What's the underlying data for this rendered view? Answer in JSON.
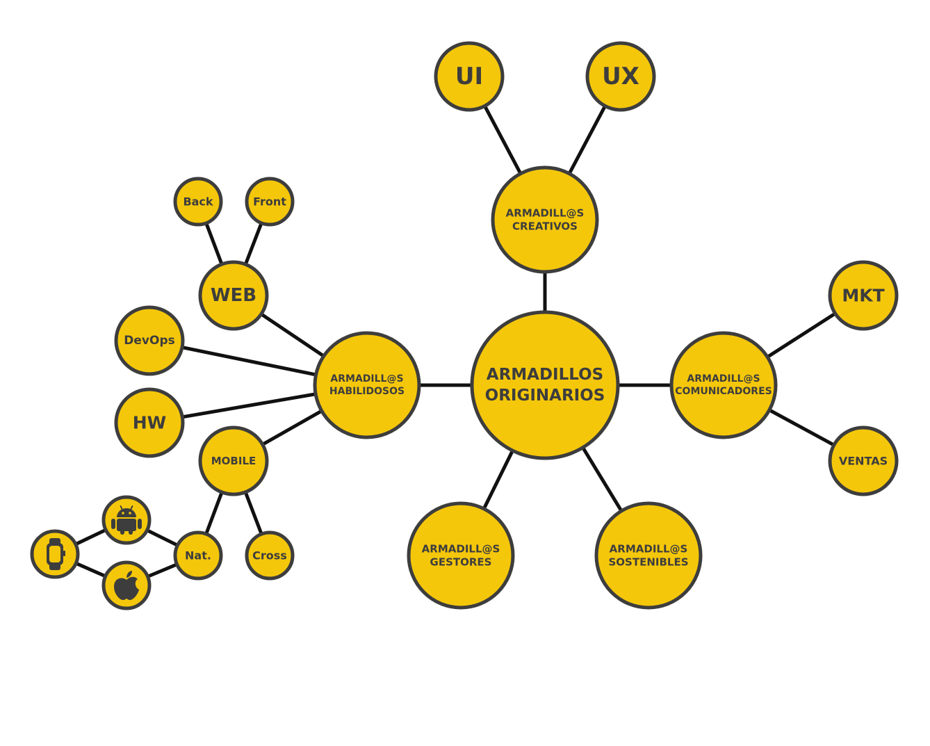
{
  "colors": {
    "node_fill": "#F5C70A",
    "node_stroke": "#3D3D3D",
    "edge": "#111111",
    "text": "#3D3D3D"
  },
  "nodes": {
    "root": {
      "lines": [
        "ARMADILLOS",
        "ORIGINARIOS"
      ]
    },
    "creativos": {
      "lines": [
        "ARMADILL@S",
        "CREATIVOS"
      ]
    },
    "ui": {
      "lines": [
        "UI"
      ]
    },
    "ux": {
      "lines": [
        "UX"
      ]
    },
    "comunicadores": {
      "lines": [
        "ARMADILL@S",
        "COMUNICADORES"
      ]
    },
    "mkt": {
      "lines": [
        "MKT"
      ]
    },
    "ventas": {
      "lines": [
        "VENTAS"
      ]
    },
    "gestores": {
      "lines": [
        "ARMADILL@S",
        "GESTORES"
      ]
    },
    "sostenibles": {
      "lines": [
        "ARMADILL@S",
        "SOSTENIBLES"
      ]
    },
    "habilidosos": {
      "lines": [
        "ARMADILL@S",
        "HABILIDOSOS"
      ]
    },
    "web": {
      "lines": [
        "WEB"
      ]
    },
    "back": {
      "lines": [
        "Back"
      ]
    },
    "front": {
      "lines": [
        "Front"
      ]
    },
    "devops": {
      "lines": [
        "DevOps"
      ]
    },
    "hw": {
      "lines": [
        "HW"
      ]
    },
    "mobile": {
      "lines": [
        "MOBILE"
      ]
    },
    "cross": {
      "lines": [
        "Cross"
      ]
    },
    "nat": {
      "lines": [
        "Nat."
      ]
    },
    "android": {
      "icon": "android-icon"
    },
    "apple": {
      "icon": "apple-icon"
    },
    "watch": {
      "icon": "smartwatch-icon"
    }
  }
}
